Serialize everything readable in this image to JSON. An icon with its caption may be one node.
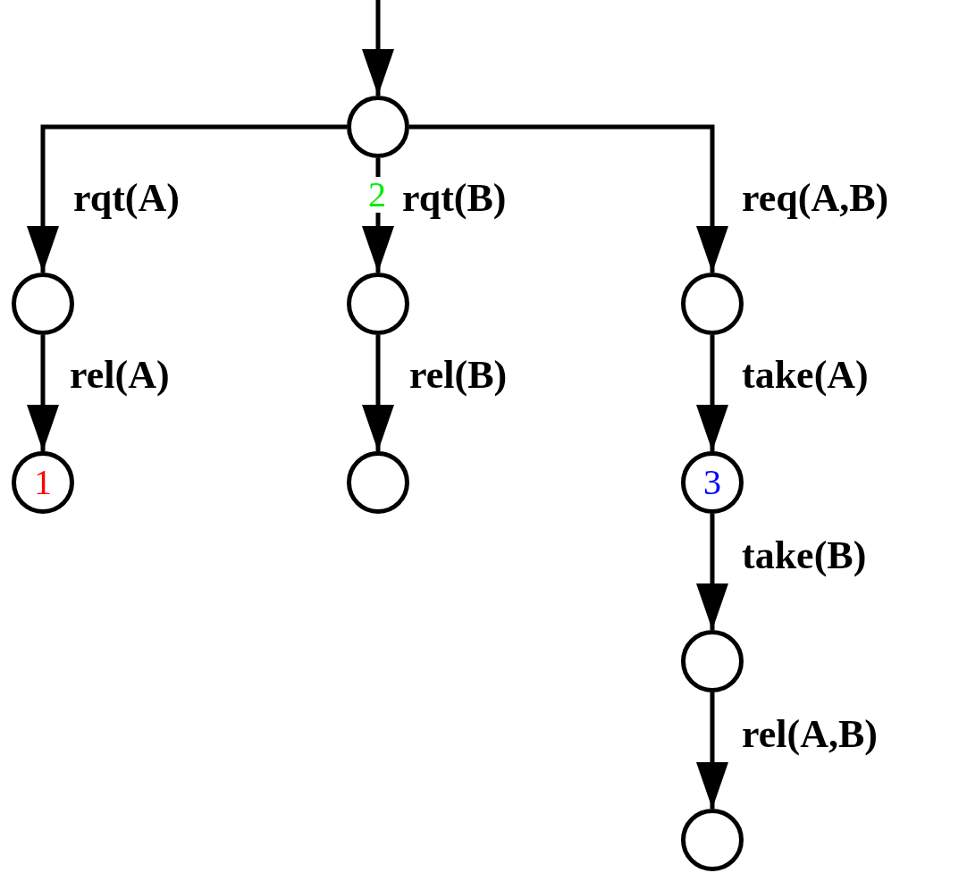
{
  "diagram": {
    "nodes": [
      {
        "text": [],
        "shape": "circle"
      },
      {
        "text": [],
        "shape": "circle"
      },
      {
        "text": [
          "1"
        ]
      },
      {
        "text": [],
        "shape": "circle"
      },
      {
        "text": [],
        "shape": "circle"
      },
      {
        "text": [],
        "shape": "circle"
      },
      {
        "text": [
          "3"
        ]
      },
      {
        "text": [],
        "shape": "circle"
      },
      {
        "text": [],
        "shape": "circle"
      }
    ],
    "edges": [
      {
        "from": null,
        "to": 0,
        "arrow": "to"
      },
      {
        "from": 0,
        "to": 1,
        "arrow": "to",
        "label": "rqt(A)"
      },
      {
        "from": 0,
        "to": 3,
        "arrow": "to",
        "label": "rqt(B)"
      },
      {
        "from": 0,
        "to": 5,
        "arrow": "to",
        "label": "req(A,B)"
      },
      {
        "from": 1,
        "to": 2,
        "arrow": "to",
        "label": "rel(A)"
      },
      {
        "from": 3,
        "to": 4,
        "arrow": "to",
        "label": "rel(B)"
      },
      {
        "from": 5,
        "to": 6,
        "arrow": "to",
        "label": "take(A)"
      },
      {
        "from": 6,
        "to": 7,
        "arrow": "to",
        "label": "take(B)"
      },
      {
        "from": 7,
        "to": 8,
        "arrow": "to",
        "label": "rel(A,B)"
      }
    ],
    "labels": [
      "2"
    ]
  }
}
